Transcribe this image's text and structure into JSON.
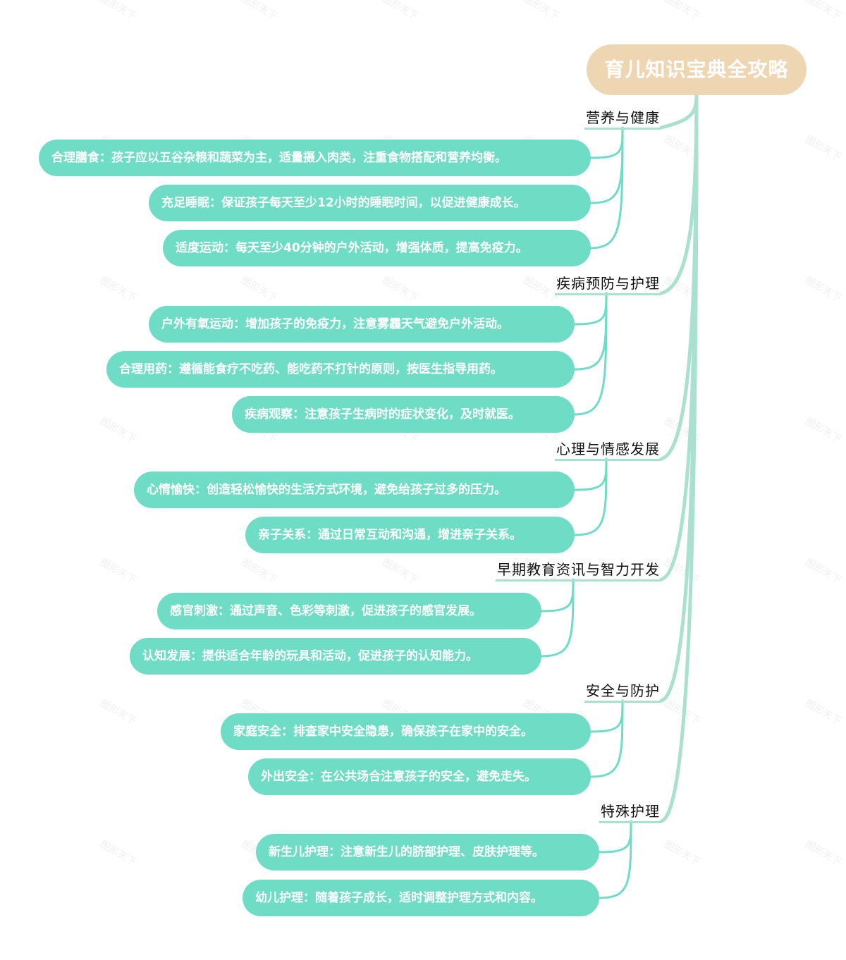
{
  "root": {
    "label": "育儿知识宝典全攻略"
  },
  "watermark": "图形天下",
  "colors": {
    "root_bg": "#efd6b2",
    "leaf_bg": "#6fdcc6",
    "connector": "#a9e0d0",
    "leaf_connector": "#6fdcc6"
  },
  "branches": [
    {
      "label": "营养与健康",
      "children": [
        "合理膳食：孩子应以五谷杂粮和蔬菜为主，适量摄入肉类，注重食物搭配和营养均衡。",
        "充足睡眠：保证孩子每天至少12小时的睡眠时间，以促进健康成长。",
        "适度运动：每天至少40分钟的户外活动，增强体质，提高免疫力。"
      ]
    },
    {
      "label": "疾病预防与护理",
      "children": [
        "户外有氧运动：增加孩子的免疫力，注意雾霾天气避免户外活动。",
        "合理用药：遵循能食疗不吃药、能吃药不打针的原则，按医生指导用药。",
        "疾病观察：注意孩子生病时的症状变化，及时就医。"
      ]
    },
    {
      "label": "心理与情感发展",
      "children": [
        "心情愉快：创造轻松愉快的生活方式环境，避免给孩子过多的压力。",
        "亲子关系：通过日常互动和沟通，增进亲子关系。"
      ]
    },
    {
      "label": "早期教育资讯与智力开发",
      "children": [
        "感官刺激：通过声音、色彩等刺激，促进孩子的感官发展。",
        "认知发展：提供适合年龄的玩具和活动，促进孩子的认知能力。"
      ]
    },
    {
      "label": "安全与防护",
      "children": [
        "家庭安全：排查家中安全隐患，确保孩子在家中的安全。",
        "外出安全：在公共场合注意孩子的安全，避免走失。"
      ]
    },
    {
      "label": "特殊护理",
      "children": [
        "新生儿护理：注意新生儿的脐部护理、皮肤护理等。",
        "幼儿护理：随着孩子成长，适时调整护理方式和内容。"
      ]
    }
  ]
}
